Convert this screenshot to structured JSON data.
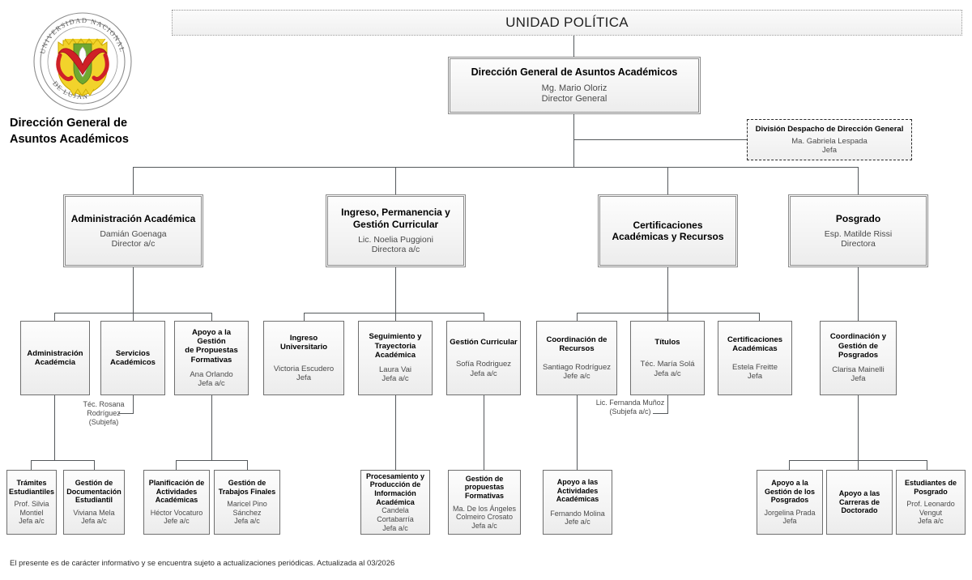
{
  "header": {
    "strip_label": "UNIDAD POLÍTICA",
    "brand_title": "Dirección General de\nAsuntos Académicos",
    "logo_name": "universidad-nacional-de-lujan-crest",
    "logo_text_top": "UNIVERSIDAD NACIONAL",
    "logo_text_bottom": "DE LUJÁN"
  },
  "root": {
    "title": "Dirección General de Asuntos Académicos",
    "person": "Mg. Mario Oloriz",
    "role": "Director General"
  },
  "staff": {
    "title": "División Despacho de Dirección General",
    "person": "Ma. Gabriela Lespada",
    "role": "Jefa"
  },
  "directions": [
    {
      "title": "Administración Académica",
      "person": "Damián Goenaga",
      "role": "Director a/c"
    },
    {
      "title": "Ingreso, Permanencia y\nGestión Curricular",
      "person": "Lic. Noelia Puggioni",
      "role": "Directora a/c"
    },
    {
      "title": "Certificaciones\nAcadémicas y Recursos",
      "person": "",
      "role": ""
    },
    {
      "title": "Posgrado",
      "person": "Esp. Matilde Rissi",
      "role": "Directora"
    }
  ],
  "departments": [
    {
      "title": "Administración\nAcadémcia",
      "person": "",
      "role": ""
    },
    {
      "title": "Servicios\nAcadémicos",
      "person": "",
      "role": ""
    },
    {
      "title": "Apoyo a la Gestión\nde Propuestas\nFormativas",
      "person": "Ana Orlando",
      "role": "Jefa a/c"
    },
    {
      "title": "Ingreso Universitario",
      "person": "Victoria Escudero",
      "role": "Jefa"
    },
    {
      "title": "Seguimiento y\nTrayectoria\nAcadémica",
      "person": "Laura Vai",
      "role": "Jefa a/c"
    },
    {
      "title": "Gestión Curricular",
      "person": "Sofía Rodriguez",
      "role": "Jefa a/c"
    },
    {
      "title": "Coordinación de\nRecursos",
      "person": "Santiago Rodríguez",
      "role": "Jefe a/c"
    },
    {
      "title": "Títulos",
      "person": "Téc. María Solá",
      "role": "Jefa a/c"
    },
    {
      "title": "Certificaciones\nAcadémicas",
      "person": "Estela Freitte",
      "role": "Jefa"
    },
    {
      "title": "Coordinación y\nGestión de\nPosgrados",
      "person": "Clarisa Mainelli",
      "role": "Jefa"
    }
  ],
  "subchiefs": [
    {
      "lines": "Téc. Rosana\nRodríguez\n(Subjefa)"
    },
    {
      "lines": "Lic. Fernanda Muñoz\n(Subjefa a/c)"
    }
  ],
  "units": [
    {
      "title": "Trámites\nEstudiantiles",
      "person": "Prof. Silvia\nMontiel",
      "role": "Jefa a/c"
    },
    {
      "title": "Gestión de\nDocumentación\nEstudiantil",
      "person": "Viviana Mela",
      "role": "Jefa a/c"
    },
    {
      "title": "Planificación de\nActividades\nAcadémicas",
      "person": "Héctor Vocaturo",
      "role": "Jefe a/c"
    },
    {
      "title": "Gestión de\nTrabajos Finales",
      "person": "Maricel Pino\nSánchez",
      "role": "Jefa a/c"
    },
    {
      "title": "Procesamiento y\nProducción de\nInformación\nAcadémica",
      "person": "Candela\nCortabarría",
      "role": "Jefa a/c"
    },
    {
      "title": "Gestión de\npropuestas\nFormativas",
      "person": "Ma. De los Ángeles\nColmeiro Crosato",
      "role": "Jefa a/c"
    },
    {
      "title": "Apoyo a las\nActividades\nAcadémicas",
      "person": "Fernando Molina",
      "role": "Jefe a/c"
    },
    {
      "title": "Apoyo a la\nGestión de los\nPosgrados",
      "person": "Jorgelina Prada",
      "role": "Jefa"
    },
    {
      "title": "Apoyo a las\nCarreras de\nDoctorado",
      "person": "",
      "role": ""
    },
    {
      "title": "Estudiantes de\nPosgrado",
      "person": "Prof. Leonardo\nVengut",
      "role": "Jefa a/c"
    }
  ],
  "footer": {
    "note": "El presente es de carácter informativo y se encuentra sujeto a actualizaciones periódicas. Actualizada al 03/2026"
  },
  "colors": {
    "line": "#55595c",
    "box_border": "#6f6f6f",
    "title_text": "#000000",
    "person_text": "#4a4a4a",
    "crest_red": "#cf2027",
    "crest_yellow": "#f2d32b",
    "crest_green": "#6fa830"
  }
}
